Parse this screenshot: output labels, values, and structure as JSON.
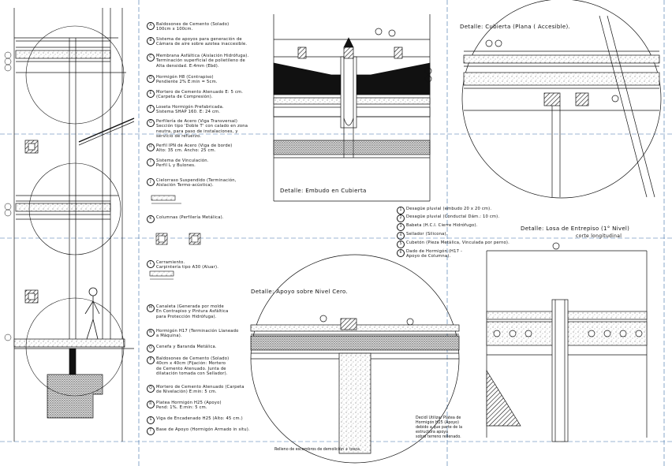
{
  "titles": {
    "cubierta": "Detalle: Cubierta (Plana ( Accesible).",
    "embudo": "Detalle: Embudo en Cubierta",
    "entrepiso": "Detalle: Losa de Entrepiso (1° Nivel)",
    "corte": "corte longitudinal",
    "apoyo": "Detalle: Apoyo sobre Nivel Cero."
  },
  "legend_left": [
    {
      "tag": "A",
      "text": "Baldosones de Cemento (Solado)\n100cm x 100cm."
    },
    {
      "tag": "B",
      "text": "Sistema de apoyos para generación de\nCámara de aire sobre azotea inaccesible."
    },
    {
      "tag": "C",
      "text": "Membrana Asfáltica (Aislación Hidrófuga).\nTerminación superficial de polietileno de\nAlta densidad. E:4mm (Ebd)."
    },
    {
      "tag": "D",
      "text": "Hormigón H8 (Contrapiso)\nPendiente 2% E:min = 5cm."
    },
    {
      "tag": "E",
      "text": "Mortero de Cemento Atenuado E: 5 cm.\n(Carpeta de Compresión)."
    },
    {
      "tag": "F",
      "text": "Loseta Hormigón Prefabricada.\nSistema SHAP 160. E: 24 cm."
    },
    {
      "tag": "G",
      "text": "Perfilería de Acero (Viga Transversal)\nSección tipo 'Doble T' con calado en zona\nneutra, para paso de instalaciones, y\nservicio de refuerzo."
    },
    {
      "tag": "H",
      "text": "Perfil IPN de Acero (Viga de borde)\nAlto: 35 cm. Ancho: 25 cm."
    },
    {
      "tag": "I",
      "text": "Sistema de Vinculación.\nPerfil L y Bulones."
    },
    {
      "tag": "J",
      "text": "Cielorraso Suspendido (Terminación,\nAislación Termo-acústica)."
    },
    {
      "tag": "K",
      "text": "Columnas (Perfilería Metálica)."
    },
    {
      "tag": "L",
      "text": "Cerramiento.\nCarpintería tipo A30 (Aluar)."
    },
    {
      "tag": "M",
      "text": "Canaleta (Generada por molde\nEn Contrapiso y Pintura Asfáltica\npara Protección Hidrófuga)."
    },
    {
      "tag": "N",
      "text": "Hormigón H17 (Terminación Llaneado\na Máquina)."
    },
    {
      "tag": "O",
      "text": "Cenefa y Baranda Metálica."
    },
    {
      "tag": "P",
      "text": "Baldosones de Cemento (Solado)\n40cm x 40cm (Fijación: Mortero\nde Cemento Atenuado. Junta de\ndilatación tomada con Sellador)."
    },
    {
      "tag": "Q",
      "text": "Mortero de Cemento Atenuado (Carpeta\nde Nivelación) E:min: 5 cm."
    },
    {
      "tag": "R",
      "text": "Platea Hormigón H25 (Apoyo)\nPend: 1%. E:min: 5 cm."
    },
    {
      "tag": "S",
      "text": "Viga de Encadenado H25 (Alto: 45 cm.)"
    },
    {
      "tag": "T",
      "text": "Base de Apoyo (Hormigón Armado in situ)."
    }
  ],
  "legend_right": [
    {
      "tag": "1",
      "text": "Desagüe pluvial (embudo 20 x 20 cm)."
    },
    {
      "tag": "2",
      "text": "Desagüe pluvial (Conductal Dám.: 10 cm)."
    },
    {
      "tag": "3",
      "text": "Babeta (H.C.I. Cierre Hidrófugo)."
    },
    {
      "tag": "4",
      "text": "Sellador (Silicona)."
    },
    {
      "tag": "5",
      "text": "Cubetón (Pieza Metálica, Vinculada por perno)."
    },
    {
      "tag": "6",
      "text": "Dado de Hormigón (H17 -\nApoyo de Columna)."
    }
  ],
  "notes": {
    "platea": "Decidí Utilizar Platea de\nHormigón H25 (Apoyo)\ndebido a que parte de la\nestructura apoya\nsobre terreno rellenado.",
    "relleno": "Relleno de escombros de demolición + tosca"
  }
}
